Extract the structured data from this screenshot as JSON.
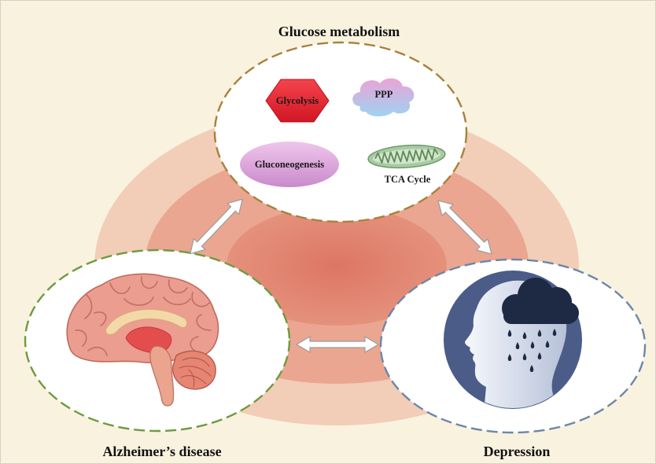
{
  "diagram": {
    "title_top": "Glucose metabolism",
    "label_left": "Alzheimer’s disease",
    "label_right": "Depression"
  },
  "pathways": {
    "glycolysis": "Glycolysis",
    "ppp": "PPP",
    "gluconeogenesis": "Gluconeogenesis",
    "tca": "TCA Cycle"
  },
  "icons": {
    "left_node": "brain-icon",
    "right_node": "depressed-head-icon",
    "weather": "rain-cloud-icon",
    "organelle": "mitochondrion-icon",
    "connectors": "double-headed-arrow-icon"
  },
  "colors": {
    "background": "#f9f2df",
    "ring_outer": "#f2cdb7",
    "ring_middle": "#eaa690",
    "ring_inner": "#e38a75",
    "glucose_border": "#a8813c",
    "alzheimers_border": "#6e9a3e",
    "depression_border": "#6c87a8",
    "head_circle": "#4b5c88",
    "cloud": "#1e2a44"
  }
}
